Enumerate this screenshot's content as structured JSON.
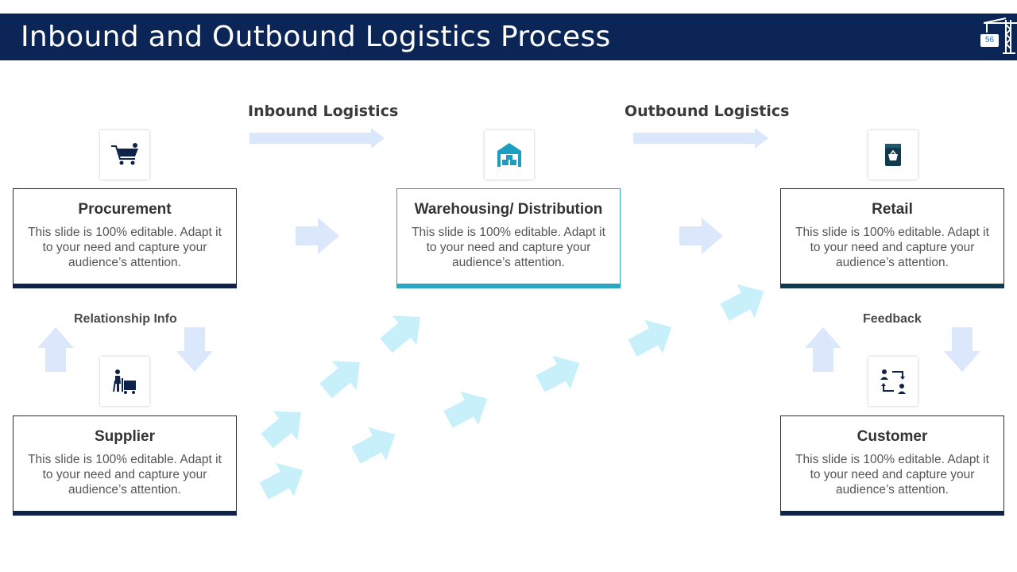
{
  "header": {
    "title": "Inbound and Outbound Logistics Process",
    "page_number": "56"
  },
  "sections": {
    "inbound": "Inbound Logistics",
    "outbound": "Outbound Logistics"
  },
  "cards": {
    "procurement": {
      "title": "Procurement",
      "desc": "This slide is 100% editable. Adapt it to your need and capture your audience’s attention."
    },
    "warehousing": {
      "title": "Warehousing/ Distribution",
      "desc": "This slide is 100% editable. Adapt it to your need and capture your audience’s attention."
    },
    "retail": {
      "title": "Retail",
      "desc": "This slide is 100% editable. Adapt it to your need and capture your audience’s attention."
    },
    "supplier": {
      "title": "Supplier",
      "desc": "This slide is 100% editable. Adapt it to your need and capture your audience’s attention."
    },
    "customer": {
      "title": "Customer",
      "desc": "This slide is 100% editable. Adapt it to your need and capture your audience’s attention."
    }
  },
  "labels": {
    "relationship": "Relationship Info",
    "feedback": "Feedback"
  },
  "icons": {
    "procurement": "shopping-cart-icon",
    "warehousing": "warehouse-icon",
    "retail": "shop-basket-icon",
    "supplier": "hand-truck-icon",
    "customer": "user-exchange-icon",
    "header": "crane-icon"
  },
  "colors": {
    "header_bg": "#0b2556",
    "navy": "#0f2249",
    "teal": "#2aa6c5",
    "arrow_light_blue": "#dbe7fb",
    "arrow_cyan": "#c8f0fb"
  }
}
